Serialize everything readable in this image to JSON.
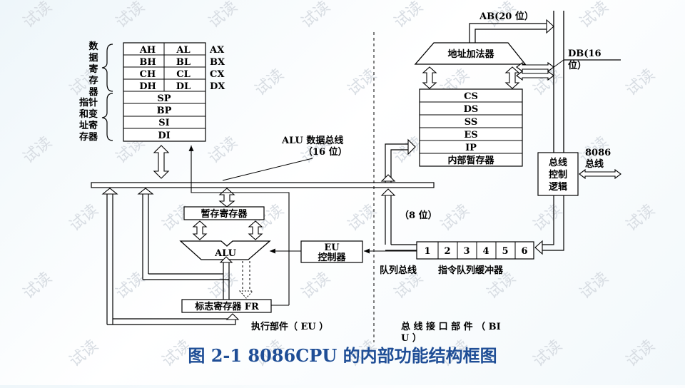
{
  "watermark": "试读",
  "labels": {
    "data_registers": [
      "数",
      "据",
      "寄",
      "存",
      "器"
    ],
    "pointer_registers": [
      "指针",
      "和变",
      "址寄",
      "存器"
    ],
    "alu_bus": "ALU 数据总线",
    "alu_bus_width": "（16 位）",
    "temp_register": "暂存寄存器",
    "alu": "ALU",
    "flag_register": "标志寄存器 FR",
    "eu_control_line1": "EU",
    "eu_control_line2": "控制器",
    "eight_bit": "（8 位）",
    "address_adder": "地址加法器",
    "ab": "AB(20 位）",
    "db_line1": "DB(16",
    "db_line2": "位）",
    "bus_control": [
      "总线",
      "控制",
      "逻辑"
    ],
    "ext_8086_line1": "8086",
    "ext_8086_line2": "总线",
    "queue_bus": "队列总线",
    "instruction_queue": "指令队列缓冲器",
    "eu_unit": "执行部件（ EU ）",
    "biu_unit_line1": "总 线 接 口 部 件 （ BI",
    "biu_unit_line2": "U ）",
    "caption": "图 2-1 8086CPU 的内部功能结构框图"
  },
  "general_registers": [
    {
      "high": "AH",
      "low": "AL",
      "pair": "AX"
    },
    {
      "high": "BH",
      "low": "BL",
      "pair": "BX"
    },
    {
      "high": "CH",
      "low": "CL",
      "pair": "CX"
    },
    {
      "high": "DH",
      "low": "DL",
      "pair": "DX"
    }
  ],
  "pointer_index": [
    "SP",
    "BP",
    "SI",
    "DI"
  ],
  "segment_registers": [
    "CS",
    "DS",
    "SS",
    "ES",
    "IP",
    "内部暂存器"
  ],
  "queue_slots": [
    "1",
    "2",
    "3",
    "4",
    "5",
    "6"
  ],
  "colors": {
    "caption": "#1f4e96",
    "line": "#000000",
    "watermark": "#d8dde3"
  }
}
